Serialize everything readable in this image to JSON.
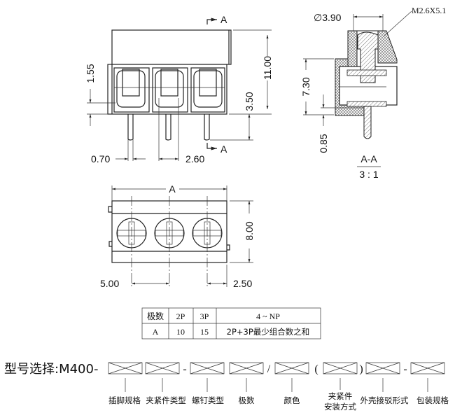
{
  "front_view": {
    "section_mark_top": "A",
    "section_mark_bottom": "A",
    "dims": {
      "height_total": "11.00",
      "pin_length": "3.50",
      "offset": "1.55",
      "pin_width": "0.70",
      "spacing": "2.60"
    }
  },
  "section_view": {
    "screw_diameter": "∅3.90",
    "screw_spec": "M2.6X5.1",
    "dims": {
      "body_height": "7.30",
      "bottom": "0.85"
    },
    "title": "A-A",
    "scale": "3 : 1"
  },
  "top_view": {
    "dims": {
      "length": "A",
      "width": "8.00",
      "pitch": "5.00",
      "edge": "2.50"
    }
  },
  "table": {
    "headers": [
      "极数",
      "2P",
      "3P",
      "4 ~ NP"
    ],
    "row": [
      "A",
      "10",
      "15",
      "2P+3P最少组合数之和"
    ]
  },
  "model": {
    "title": "型号选择:M400-",
    "separators": [
      "-",
      "/",
      "(",
      ")",
      "-"
    ],
    "fields": [
      "插脚规格",
      "夹紧件类型",
      "螺钉类型",
      "极数",
      "颜色",
      "夹紧件\n安装方式",
      "外壳接驳形式",
      "包装规格"
    ],
    "field_6_line1": "夹紧件",
    "field_6_line2": "安装方式"
  }
}
